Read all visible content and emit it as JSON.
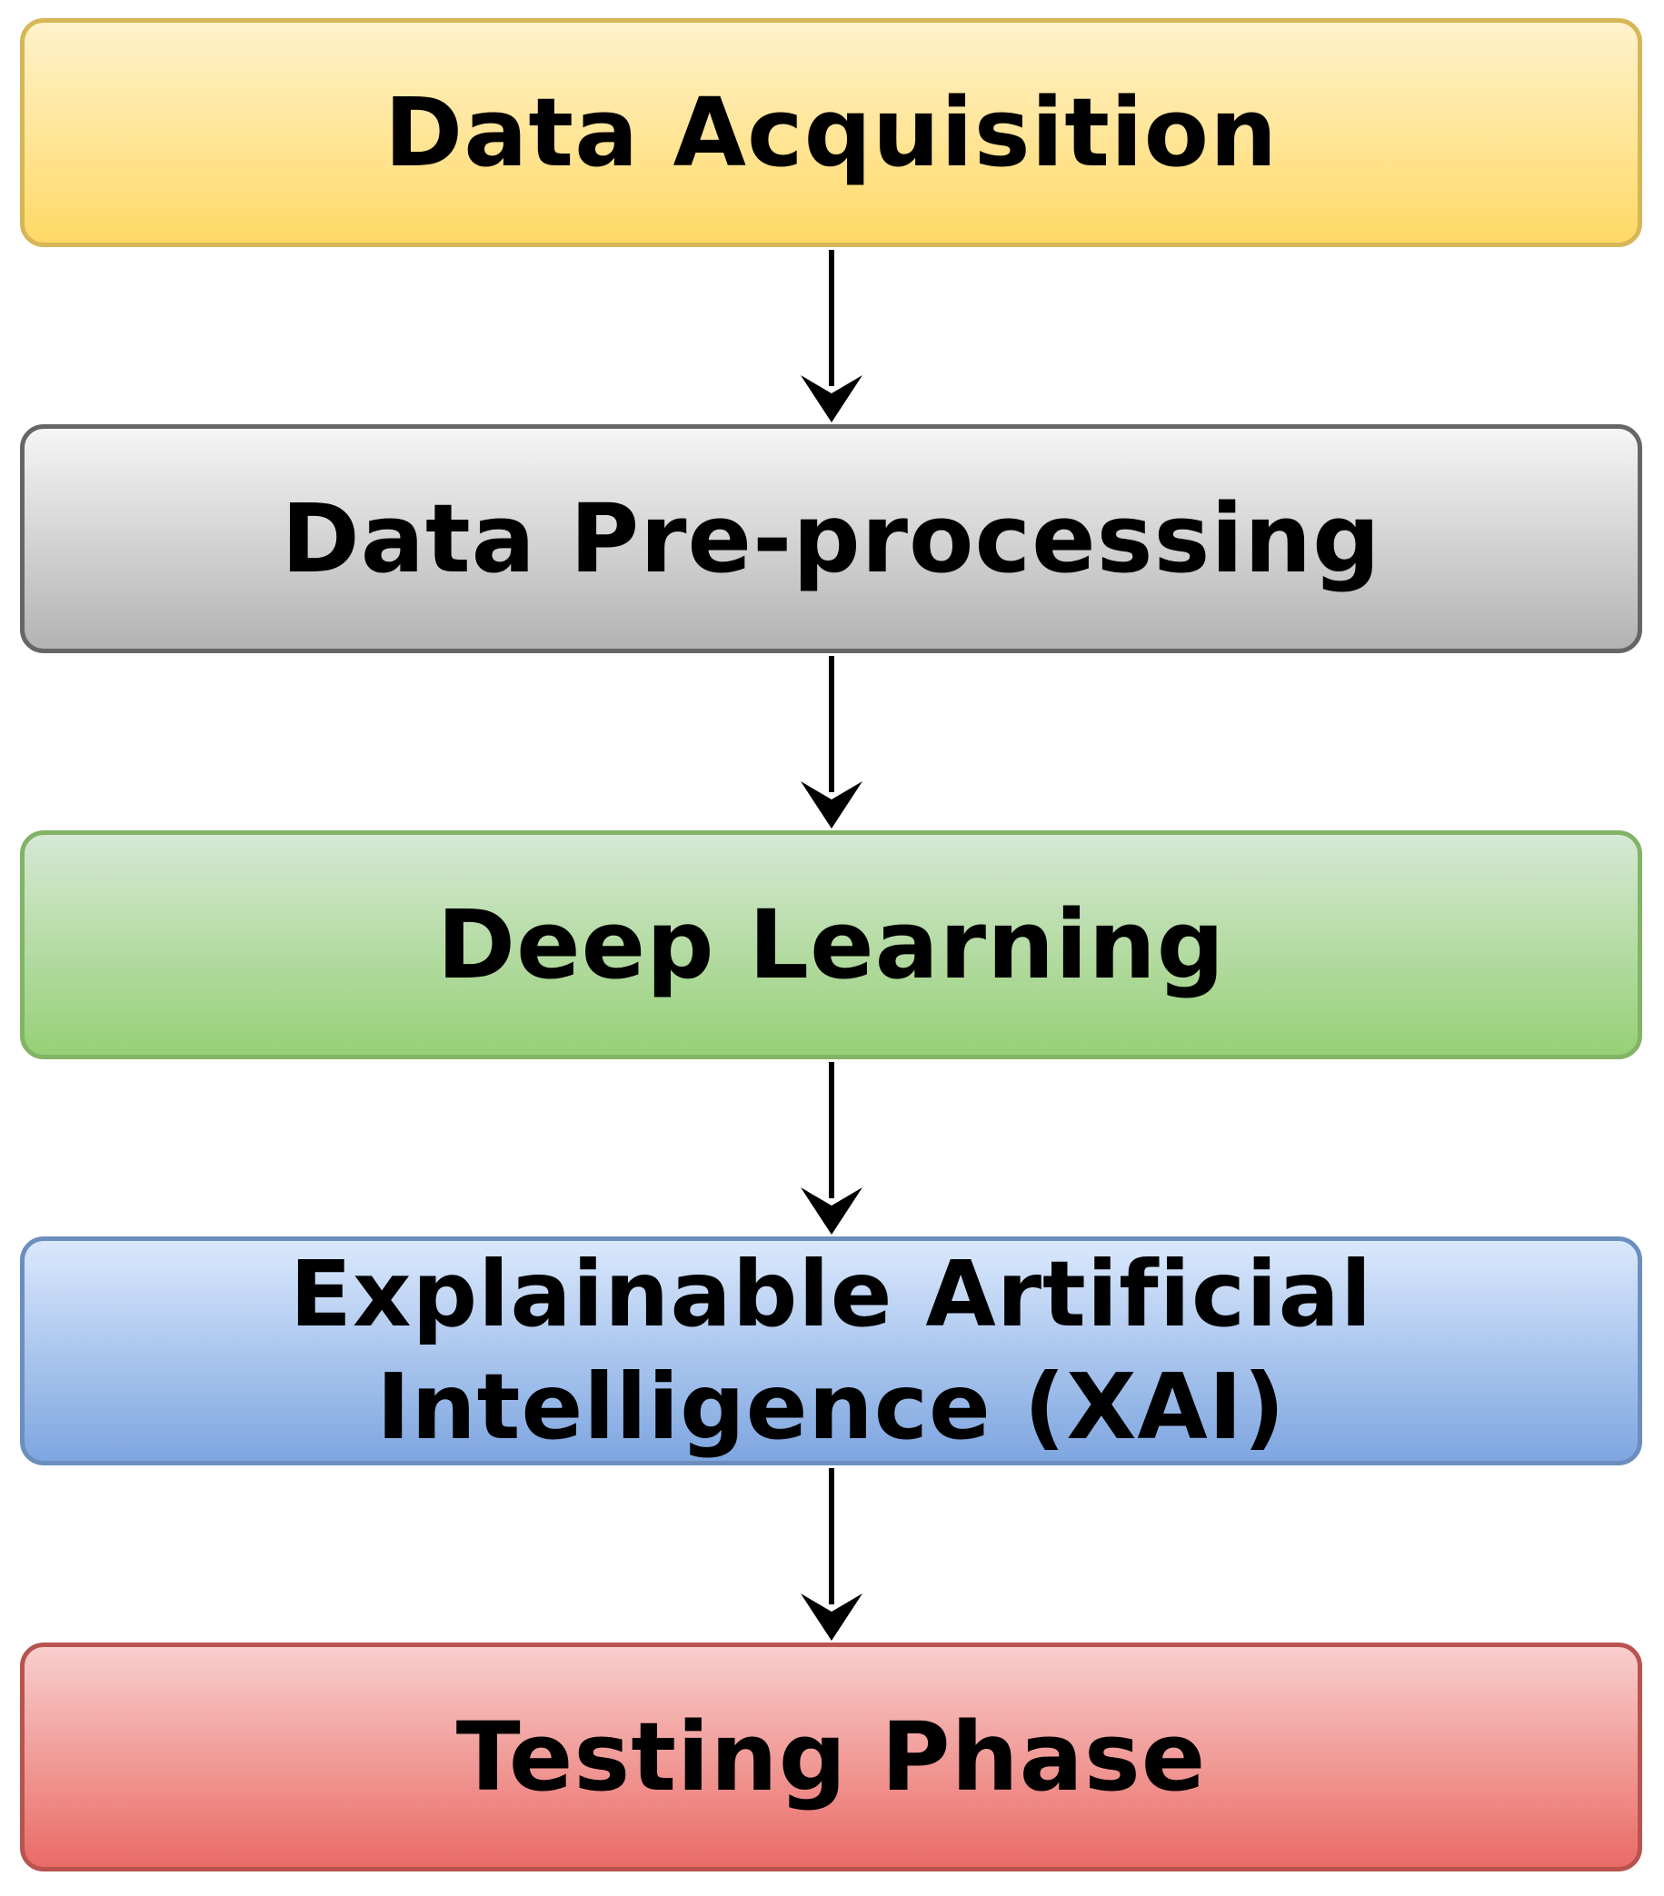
{
  "diagram": {
    "type": "flowchart",
    "direction": "top-to-bottom",
    "stages": [
      {
        "label": "Data Acquisition",
        "fill_top": "#fff2cc",
        "fill_bottom": "#ffd966",
        "stroke": "#d6b656"
      },
      {
        "label": "Data Pre-processing",
        "fill_top": "#f5f5f5",
        "fill_bottom": "#b3b3b3",
        "stroke": "#666666"
      },
      {
        "label": "Deep Learning",
        "fill_top": "#d5e8d4",
        "fill_bottom": "#97d077",
        "stroke": "#82b366"
      },
      {
        "label": "Explainable Artificial Intelligence (XAI)",
        "label_lines": [
          "Explainable Artificial",
          "Intelligence (XAI)"
        ],
        "fill_top": "#dae8fc",
        "fill_bottom": "#7ea6e0",
        "stroke": "#6c8ebf"
      },
      {
        "label": "Testing Phase",
        "fill_top": "#f8cecc",
        "fill_bottom": "#ea6b66",
        "stroke": "#b85450"
      }
    ],
    "connections": [
      {
        "from": "Data Acquisition",
        "to": "Data Pre-processing"
      },
      {
        "from": "Data Pre-processing",
        "to": "Deep Learning"
      },
      {
        "from": "Deep Learning",
        "to": "Explainable Artificial Intelligence (XAI)"
      },
      {
        "from": "Explainable Artificial Intelligence (XAI)",
        "to": "Testing Phase"
      }
    ],
    "arrow_color": "#000000"
  }
}
